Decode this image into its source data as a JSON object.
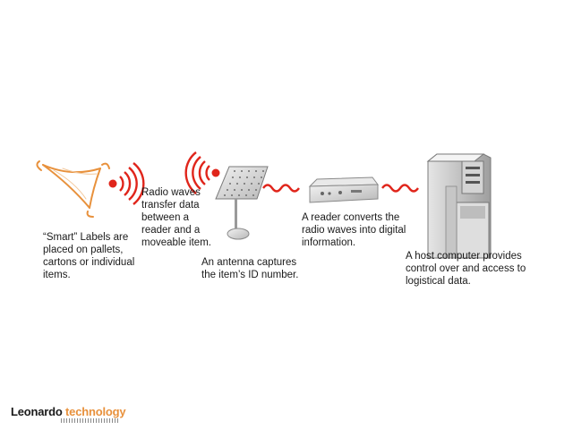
{
  "captions": {
    "smart_labels": "“Smart” Labels are\nplaced on pallets,\ncartons or individual\nitems.",
    "radio_waves": "Radio waves\ntransfer data\nbetween a\nreader and a\nmoveable item.",
    "antenna": "An antenna captures\nthe item’s ID number.",
    "reader": "A reader converts the\nradio waves into digital\ninformation.",
    "host": "A host computer provides\ncontrol over and access to\nlogistical data."
  },
  "logo": {
    "word1": "Leonardo",
    "word2": "technology"
  },
  "colors": {
    "wave": "#e0251b",
    "label": "#e8913c",
    "text": "#1a1a1a",
    "device": "#cfcfcf"
  }
}
